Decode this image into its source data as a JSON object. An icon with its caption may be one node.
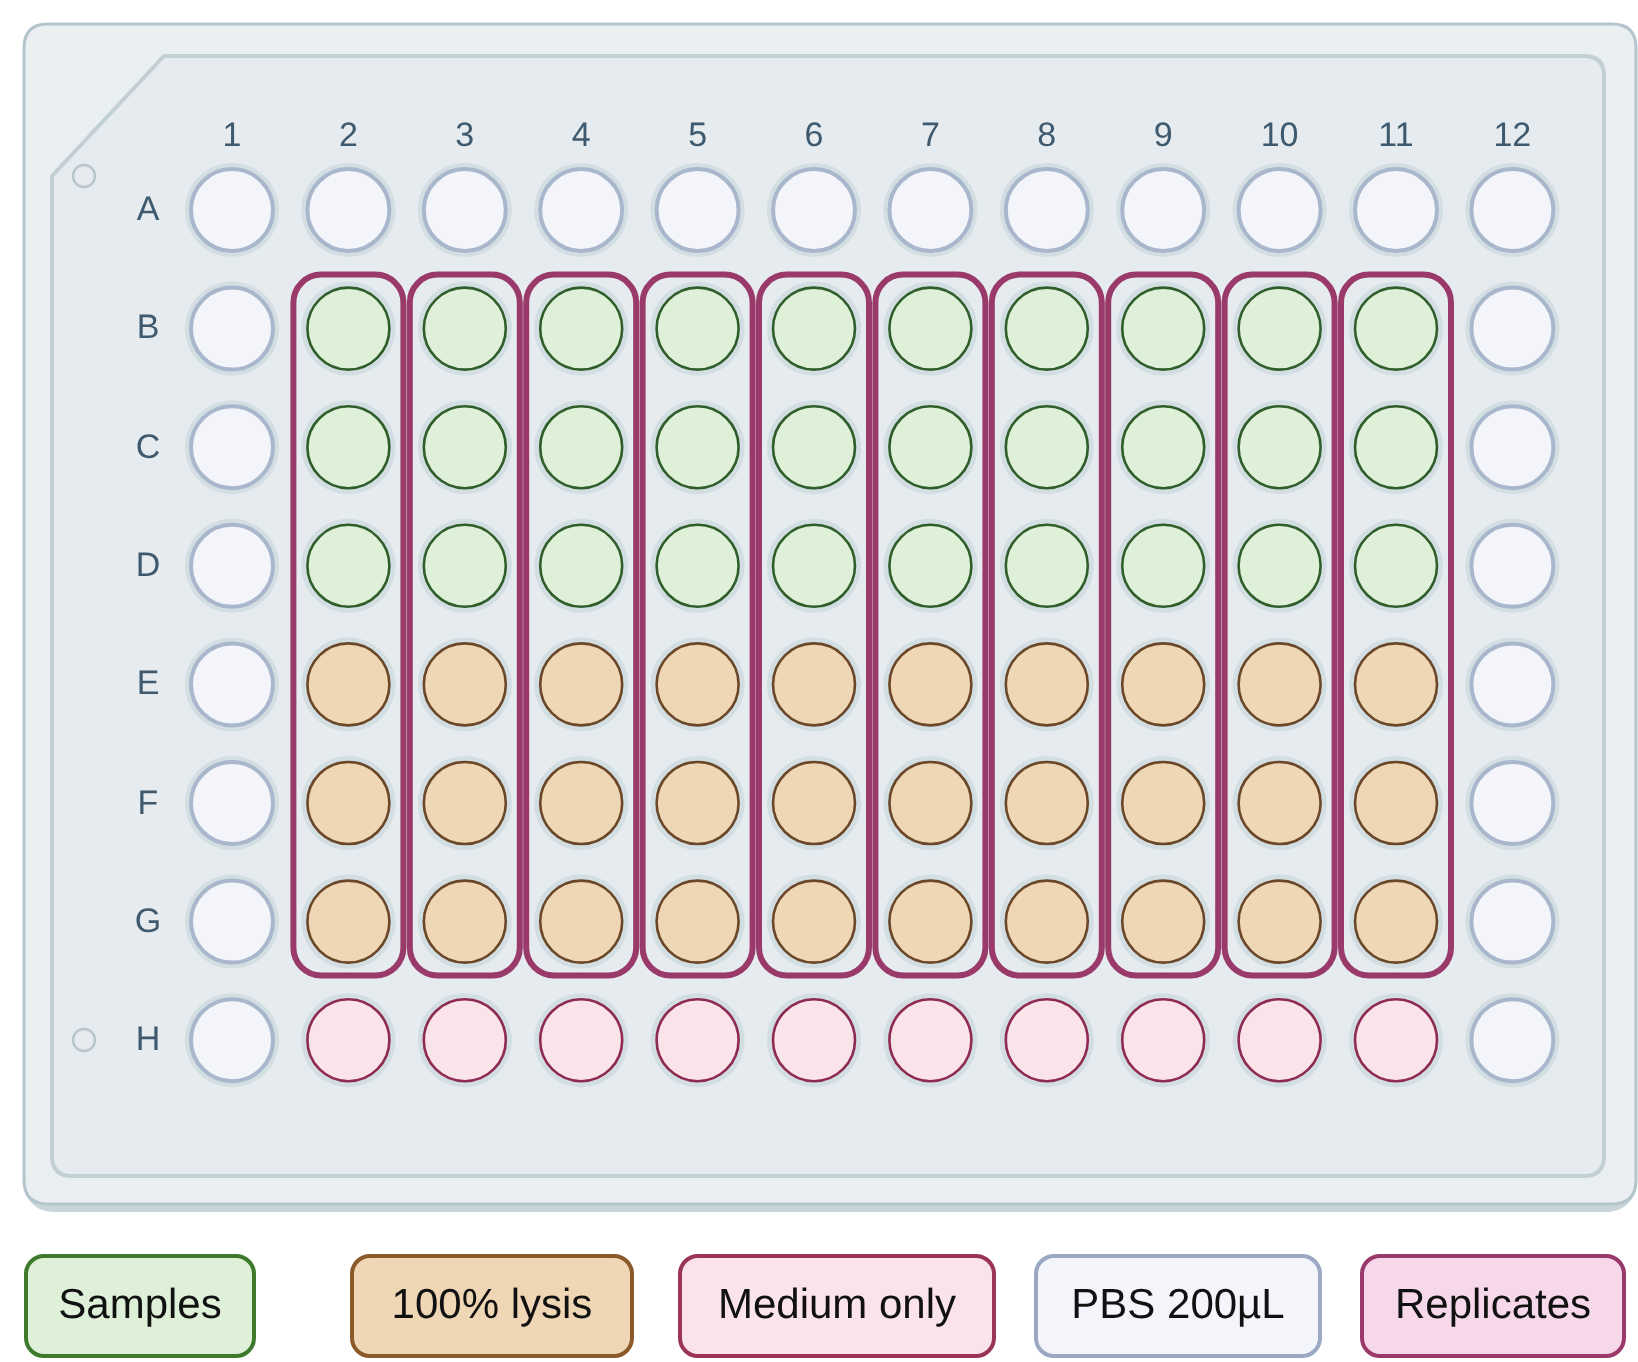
{
  "diagram": {
    "labels": [
      "1",
      "2",
      "3",
      "4",
      "5",
      "6",
      "7",
      "8",
      "9",
      "10",
      "11",
      "12",
      "A",
      "B",
      "C",
      "D",
      "E",
      "F",
      "G",
      "H"
    ],
    "legend": [
      {
        "text": "Samples",
        "color": "#dff0d8"
      },
      {
        "text": "100% lysis",
        "color": "#efd6b4"
      },
      {
        "text": "Medium only",
        "color": "#fbe3ea"
      },
      {
        "text": "PBS 200µL",
        "color": "#f3f5fa"
      },
      {
        "text": "Replicates",
        "color": "#f6d8ea"
      }
    ]
  }
}
